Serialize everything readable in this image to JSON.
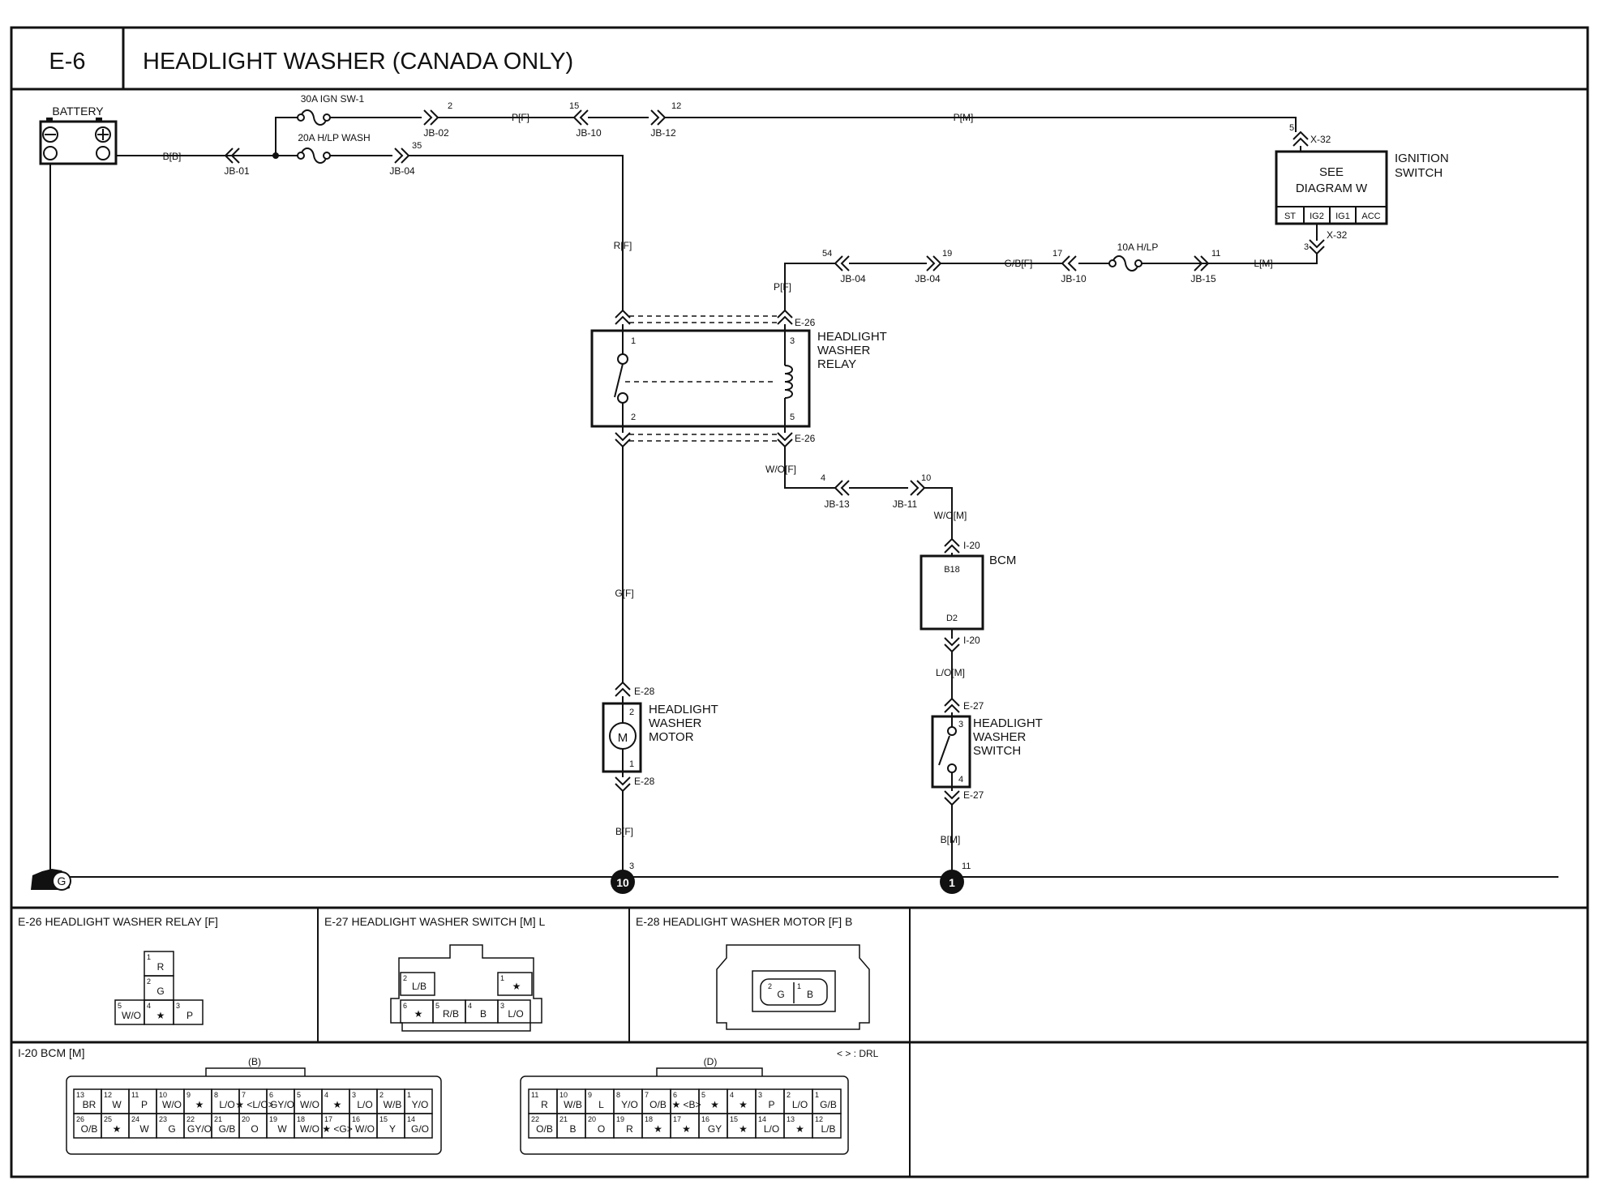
{
  "header": {
    "code": "E-6",
    "title": "HEADLIGHT WASHER (CANADA ONLY)"
  },
  "battery": {
    "label": "BATTERY",
    "wire": "B[B]",
    "jb": "JB-01"
  },
  "fuses": {
    "f1": {
      "label": "30A IGN SW-1",
      "pin": "2",
      "jb": "JB-02"
    },
    "f2": {
      "label": "20A H/LP WASH",
      "pin": "35",
      "jb": "JB-04"
    },
    "f3": {
      "label": "10A H/LP"
    }
  },
  "top_run": {
    "wire1": "P[F]",
    "pin1": "15",
    "jb1": "JB-10",
    "pin2": "12",
    "jb2": "JB-12",
    "wire2": "P[M]",
    "pin3": "5",
    "conn": "X-32"
  },
  "ignition": {
    "see1": "SEE",
    "see2": "DIAGRAM W",
    "name1": "IGNITION",
    "name2": "SWITCH",
    "terminals": [
      "ST",
      "IG2",
      "IG1",
      "ACC"
    ],
    "pin_out": "3",
    "conn_out": "X-32"
  },
  "mid_run": {
    "wire_rf": "R[F]",
    "pin54": "54",
    "jb54": "JB-04",
    "pin19": "19",
    "jb19": "JB-04",
    "wire_gb": "G/B[F]",
    "pin17": "17",
    "jb17": "JB-10",
    "pin11": "11",
    "jb11": "JB-15",
    "wire_l": "L[M]",
    "wire_pf": "P[F]"
  },
  "relay": {
    "name1": "HEADLIGHT",
    "name2": "WASHER",
    "name3": "RELAY",
    "conn": "E-26",
    "pins": {
      "p1": "1",
      "p2": "2",
      "p3": "3",
      "p5": "5"
    }
  },
  "lower_run": {
    "wire_wof": "W/O[F]",
    "pin4": "4",
    "jb13": "JB-13",
    "pin10": "10",
    "jb11": "JB-11",
    "wire_wom": "W/O[M]",
    "conn_bcm": "I-20",
    "wire_gf": "G[F]"
  },
  "bcm": {
    "name": "BCM",
    "pin_top": "B18",
    "pin_bot": "D2",
    "wire_out": "L/O[M]"
  },
  "motor": {
    "name1": "HEADLIGHT",
    "name2": "WASHER",
    "name3": "MOTOR",
    "conn": "E-28",
    "symbol": "M",
    "pin_top": "2",
    "pin_bot": "1",
    "wire_out": "B[F]",
    "ground_pin": "3"
  },
  "switch": {
    "name1": "HEADLIGHT",
    "name2": "WASHER",
    "name3": "SWITCH",
    "conn": "E-27",
    "pin_top": "3",
    "pin_bot": "4",
    "wire_out": "B[M]",
    "ground_pin": "11"
  },
  "grounds": {
    "g": "G",
    "g10": "10",
    "g1": "1"
  },
  "connectors": {
    "e26": {
      "title": "E-26 HEADLIGHT WASHER RELAY [F]",
      "cells": [
        {
          "pin": "1",
          "wire": "R"
        },
        {
          "pin": "2",
          "wire": "G"
        },
        {
          "pin": "5",
          "wire": "W/O"
        },
        {
          "pin": "4",
          "wire": "★"
        },
        {
          "pin": "3",
          "wire": "P"
        }
      ]
    },
    "e27": {
      "title": "E-27 HEADLIGHT WASHER SWITCH [M] L",
      "top": [
        {
          "pin": "2",
          "wire": "L/B"
        },
        {
          "pin": "1",
          "wire": "★"
        }
      ],
      "bottom": [
        {
          "pin": "6",
          "wire": "★"
        },
        {
          "pin": "5",
          "wire": "R/B"
        },
        {
          "pin": "4",
          "wire": "B"
        },
        {
          "pin": "3",
          "wire": "L/O"
        }
      ]
    },
    "e28": {
      "title": "E-28 HEADLIGHT WASHER MOTOR [F] B",
      "cells": [
        {
          "pin": "2",
          "wire": "G"
        },
        {
          "pin": "1",
          "wire": "B"
        }
      ]
    },
    "i20": {
      "title": "I-20 BCM [M]",
      "drl_note": "< > : DRL",
      "b_label": "(B)",
      "d_label": "(D)",
      "b_top": [
        {
          "pin": "13",
          "wire": "BR"
        },
        {
          "pin": "12",
          "wire": "W"
        },
        {
          "pin": "11",
          "wire": "P"
        },
        {
          "pin": "10",
          "wire": "W/O"
        },
        {
          "pin": "9",
          "wire": "★"
        },
        {
          "pin": "8",
          "wire": "L/O"
        },
        {
          "pin": "7",
          "wire": "★ <L/O>"
        },
        {
          "pin": "6",
          "wire": "GY/O"
        },
        {
          "pin": "5",
          "wire": "W/O"
        },
        {
          "pin": "4",
          "wire": "★"
        },
        {
          "pin": "3",
          "wire": "L/O"
        },
        {
          "pin": "2",
          "wire": "W/B"
        },
        {
          "pin": "1",
          "wire": "Y/O"
        }
      ],
      "b_bot": [
        {
          "pin": "26",
          "wire": "O/B"
        },
        {
          "pin": "25",
          "wire": "★"
        },
        {
          "pin": "24",
          "wire": "W"
        },
        {
          "pin": "23",
          "wire": "G"
        },
        {
          "pin": "22",
          "wire": "GY/O"
        },
        {
          "pin": "21",
          "wire": "G/B"
        },
        {
          "pin": "20",
          "wire": "O"
        },
        {
          "pin": "19",
          "wire": "W"
        },
        {
          "pin": "18",
          "wire": "W/O"
        },
        {
          "pin": "17",
          "wire": "★ <G>"
        },
        {
          "pin": "16",
          "wire": "W/O"
        },
        {
          "pin": "15",
          "wire": "Y"
        },
        {
          "pin": "14",
          "wire": "G/O"
        }
      ],
      "d_top": [
        {
          "pin": "11",
          "wire": "R"
        },
        {
          "pin": "10",
          "wire": "W/B"
        },
        {
          "pin": "9",
          "wire": "L"
        },
        {
          "pin": "8",
          "wire": "Y/O"
        },
        {
          "pin": "7",
          "wire": "O/B"
        },
        {
          "pin": "6",
          "wire": "★ <B>"
        },
        {
          "pin": "5",
          "wire": "★"
        },
        {
          "pin": "4",
          "wire": "★"
        },
        {
          "pin": "3",
          "wire": "P"
        },
        {
          "pin": "2",
          "wire": "L/O"
        },
        {
          "pin": "1",
          "wire": "G/B"
        }
      ],
      "d_bot": [
        {
          "pin": "22",
          "wire": "O/B"
        },
        {
          "pin": "21",
          "wire": "B"
        },
        {
          "pin": "20",
          "wire": "O"
        },
        {
          "pin": "19",
          "wire": "R"
        },
        {
          "pin": "18",
          "wire": "★"
        },
        {
          "pin": "17",
          "wire": "★"
        },
        {
          "pin": "16",
          "wire": "GY"
        },
        {
          "pin": "15",
          "wire": "★"
        },
        {
          "pin": "14",
          "wire": "L/O"
        },
        {
          "pin": "13",
          "wire": "★"
        },
        {
          "pin": "12",
          "wire": "L/B"
        }
      ]
    }
  }
}
